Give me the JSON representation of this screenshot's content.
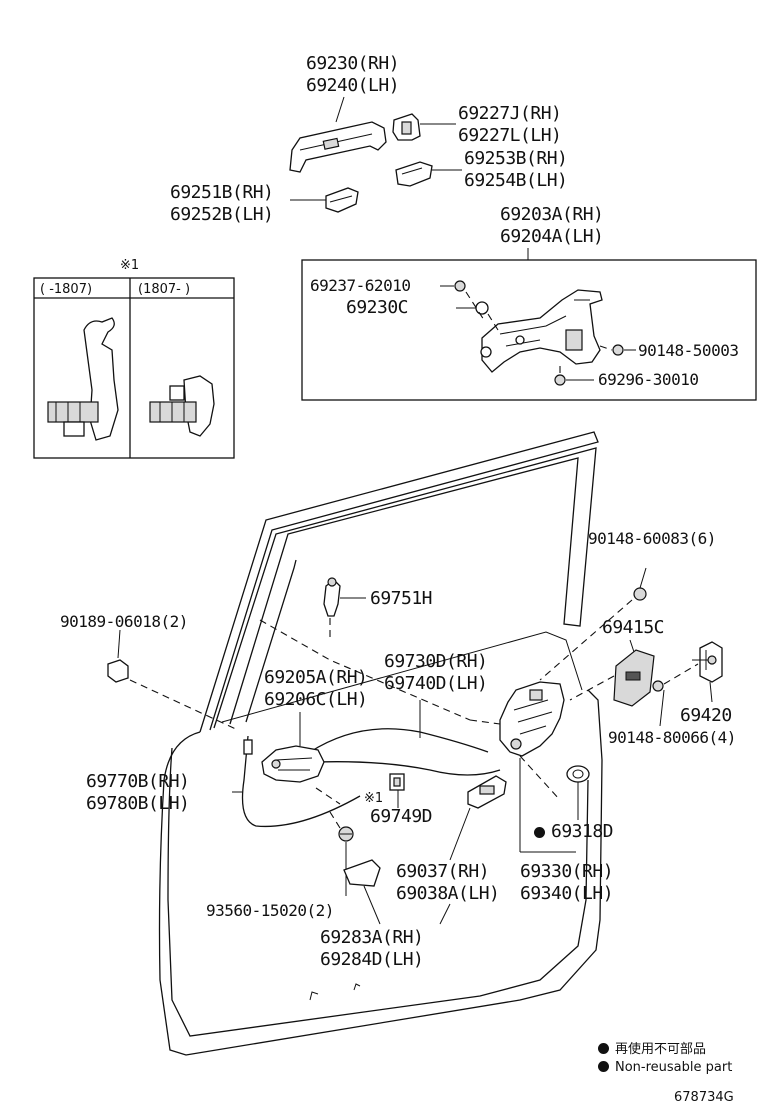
{
  "parts": {
    "handle_rh": "69230(RH)",
    "handle_lh": "69240(LH)",
    "cap_rh": "69227J(RH)",
    "cap_lh": "69227L(LH)",
    "pad_front_rh": "69253B(RH)",
    "pad_front_lh": "69254B(LH)",
    "pad_rear_rh": "69251B(RH)",
    "pad_rear_lh": "69252B(LH)",
    "frame_rh": "69203A(RH)",
    "frame_lh": "69204A(LH)",
    "frame_screw": "69237-62010",
    "frame_clip": "69230C",
    "frame_bolt_a": "90148-50003",
    "frame_bolt_b": "69296-30010",
    "door_bolt": "90148-60083(6)",
    "rod_holder": "69751H",
    "nut": "90189-06018(2)",
    "striker_plate": "69415C",
    "cable_rh": "69730D(RH)",
    "cable_lh": "69740D(LH)",
    "inside_handle_rh": "69205A(RH)",
    "inside_handle_lh": "69206C(LH)",
    "striker": "69420",
    "striker_bolt": "90148-80066(4)",
    "rod_rh": "69770B(RH)",
    "rod_lh": "69780B(LH)",
    "clip": "69749D",
    "seal": "69318D",
    "control_rh": "69037(RH)",
    "control_lh": "69038A(LH)",
    "lock_rh": "69330(RH)",
    "lock_lh": "69340(LH)",
    "screw": "93560-15020(2)",
    "cover_rh": "69283A(RH)",
    "cover_lh": "69284D(LH)"
  },
  "inset": {
    "mark": "※1",
    "col1": "(      -1807)",
    "col2": "(1807-      )"
  },
  "callout_mark": "※1",
  "legend": {
    "jp": "再使用不可部品",
    "en": "Non-reusable part"
  },
  "figure_id": "678734G"
}
